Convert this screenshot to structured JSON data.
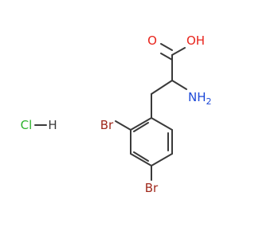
{
  "molecule": {
    "atoms": {
      "oxygen_carbonyl": "O",
      "oxygen_hydroxyl": "OH",
      "amine": "NH",
      "amine_h_subscript": "2",
      "bromine_ortho": "Br",
      "bromine_para": "Br",
      "chlorine": "Cl",
      "hydrogen": "H"
    },
    "colors": {
      "bond": "#3a3a3a",
      "oxygen": "#e8231b",
      "nitrogen": "#1d49d8",
      "bromine": "#a0291c",
      "chlorine": "#2db32d",
      "hydrogen": "#3a3a3a"
    }
  }
}
